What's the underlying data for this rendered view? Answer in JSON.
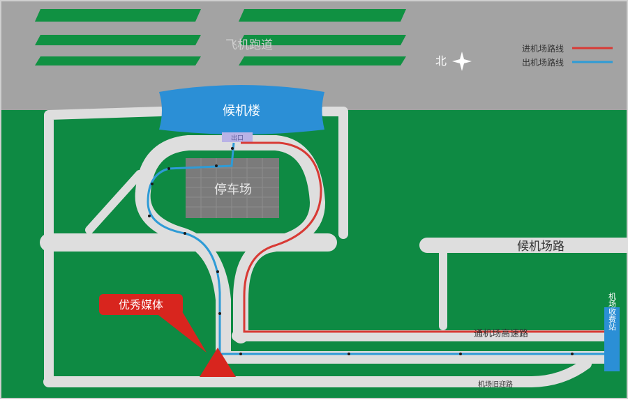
{
  "map": {
    "runway_label": "飞机跑道",
    "north_label": "北",
    "terminal_label": "候机楼",
    "terminal_gate_label": "出口",
    "parking_label": "停车场",
    "airport_road_label": "候机场路",
    "expressway_label": "通机场高速路",
    "old_road_label": "机场旧迎路",
    "toll_station_label": "机场收费站",
    "media_badge_label": "优秀媒体"
  },
  "legend": {
    "entries": [
      {
        "label": "进机场路线",
        "color": "#d83a35"
      },
      {
        "label": "出机场路线",
        "color": "#2e9bd6"
      }
    ]
  },
  "colors": {
    "sky": "#a3a3a3",
    "grass": "#0e8a43",
    "runway_stripe": "#109142",
    "road": "#dedede",
    "terminal": "#2b8fd6",
    "parking": "#7b7b7b",
    "marker": "#d8251e"
  },
  "icons": {
    "north": "compass-star-icon",
    "marker": "triangle-marker-icon"
  }
}
